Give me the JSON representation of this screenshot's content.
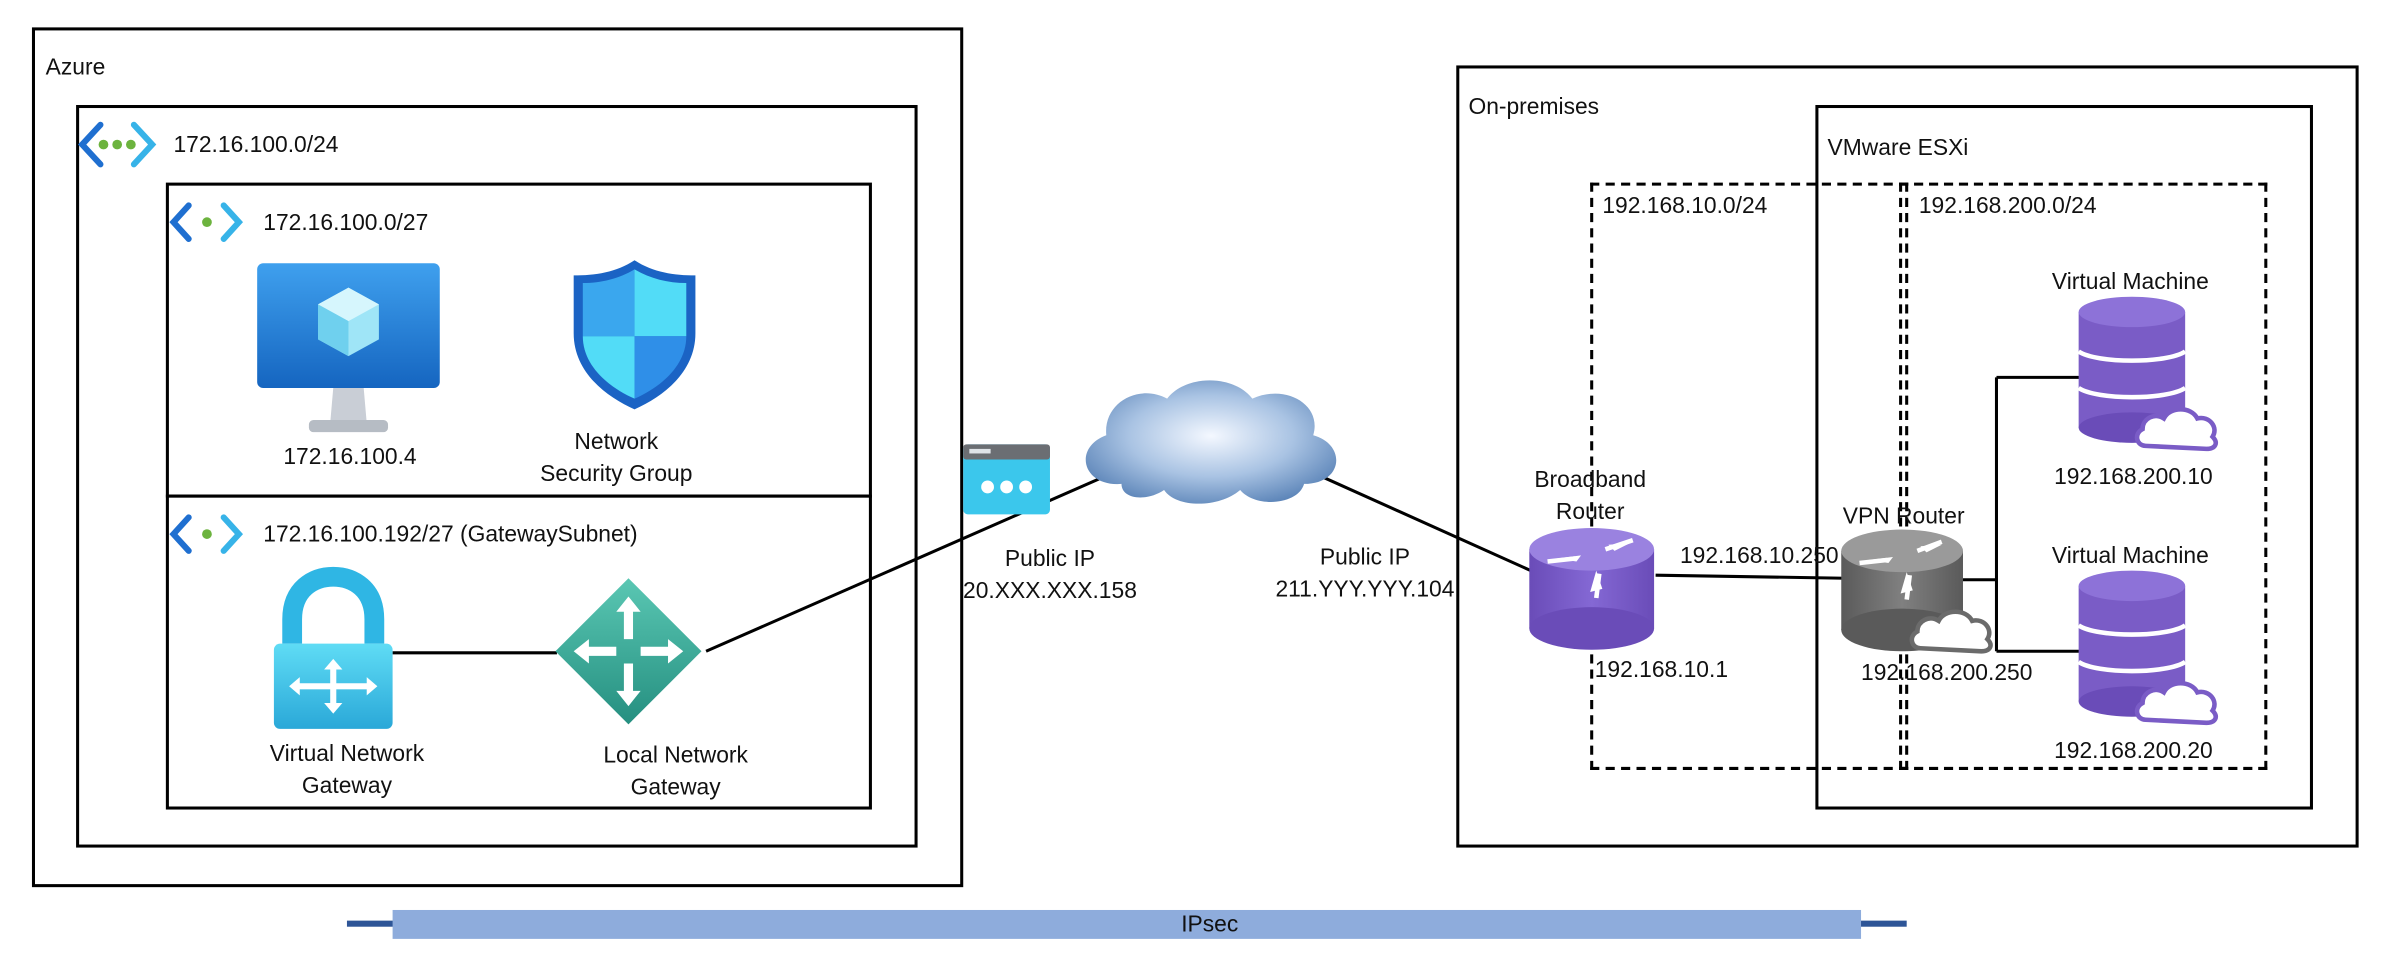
{
  "azure": {
    "label": "Azure",
    "vnet": {
      "cidr": "172.16.100.0/24",
      "subnet1": {
        "cidr": "172.16.100.0/27",
        "vm_ip": "172.16.100.4",
        "nsg_label_line1": "Network",
        "nsg_label_line2": "Security Group"
      },
      "gateway_subnet": {
        "cidr": "172.16.100.192/27 (GatewaySubnet)",
        "vng_line1": "Virtual Network",
        "vng_line2": "Gateway",
        "lng_line1": "Local Network",
        "lng_line2": "Gateway"
      }
    }
  },
  "public_ip_azure": {
    "label": "Public IP",
    "value": "20.XXX.XXX.158"
  },
  "public_ip_onprem": {
    "label": "Public IP",
    "value": "211.YYY.YYY.104"
  },
  "onprem": {
    "label": "On-premises",
    "esxi_label": "VMware ESXi",
    "net1_cidr": "192.168.10.0/24",
    "net2_cidr": "192.168.200.0/24",
    "broadband_line1": "Broadband",
    "broadband_line2": "Router",
    "broadband_ip": "192.168.10.1",
    "vpn_router_label": "VPN Router",
    "vpn_router_wan_ip": "192.168.10.250",
    "vpn_router_lan_ip": "192.168.200.250",
    "vm1_label": "Virtual Machine",
    "vm1_ip": "192.168.200.10",
    "vm2_label": "Virtual Machine",
    "vm2_ip": "192.168.200.20"
  },
  "tunnel": {
    "label": "IPsec"
  },
  "colors": {
    "azure_blue": "#2f8fe0",
    "router_purple": "#7b5cc7",
    "router_gray": "#6b6b6b",
    "ipsec_band": "#8eacdc",
    "ipsec_ends": "#2e5597"
  }
}
